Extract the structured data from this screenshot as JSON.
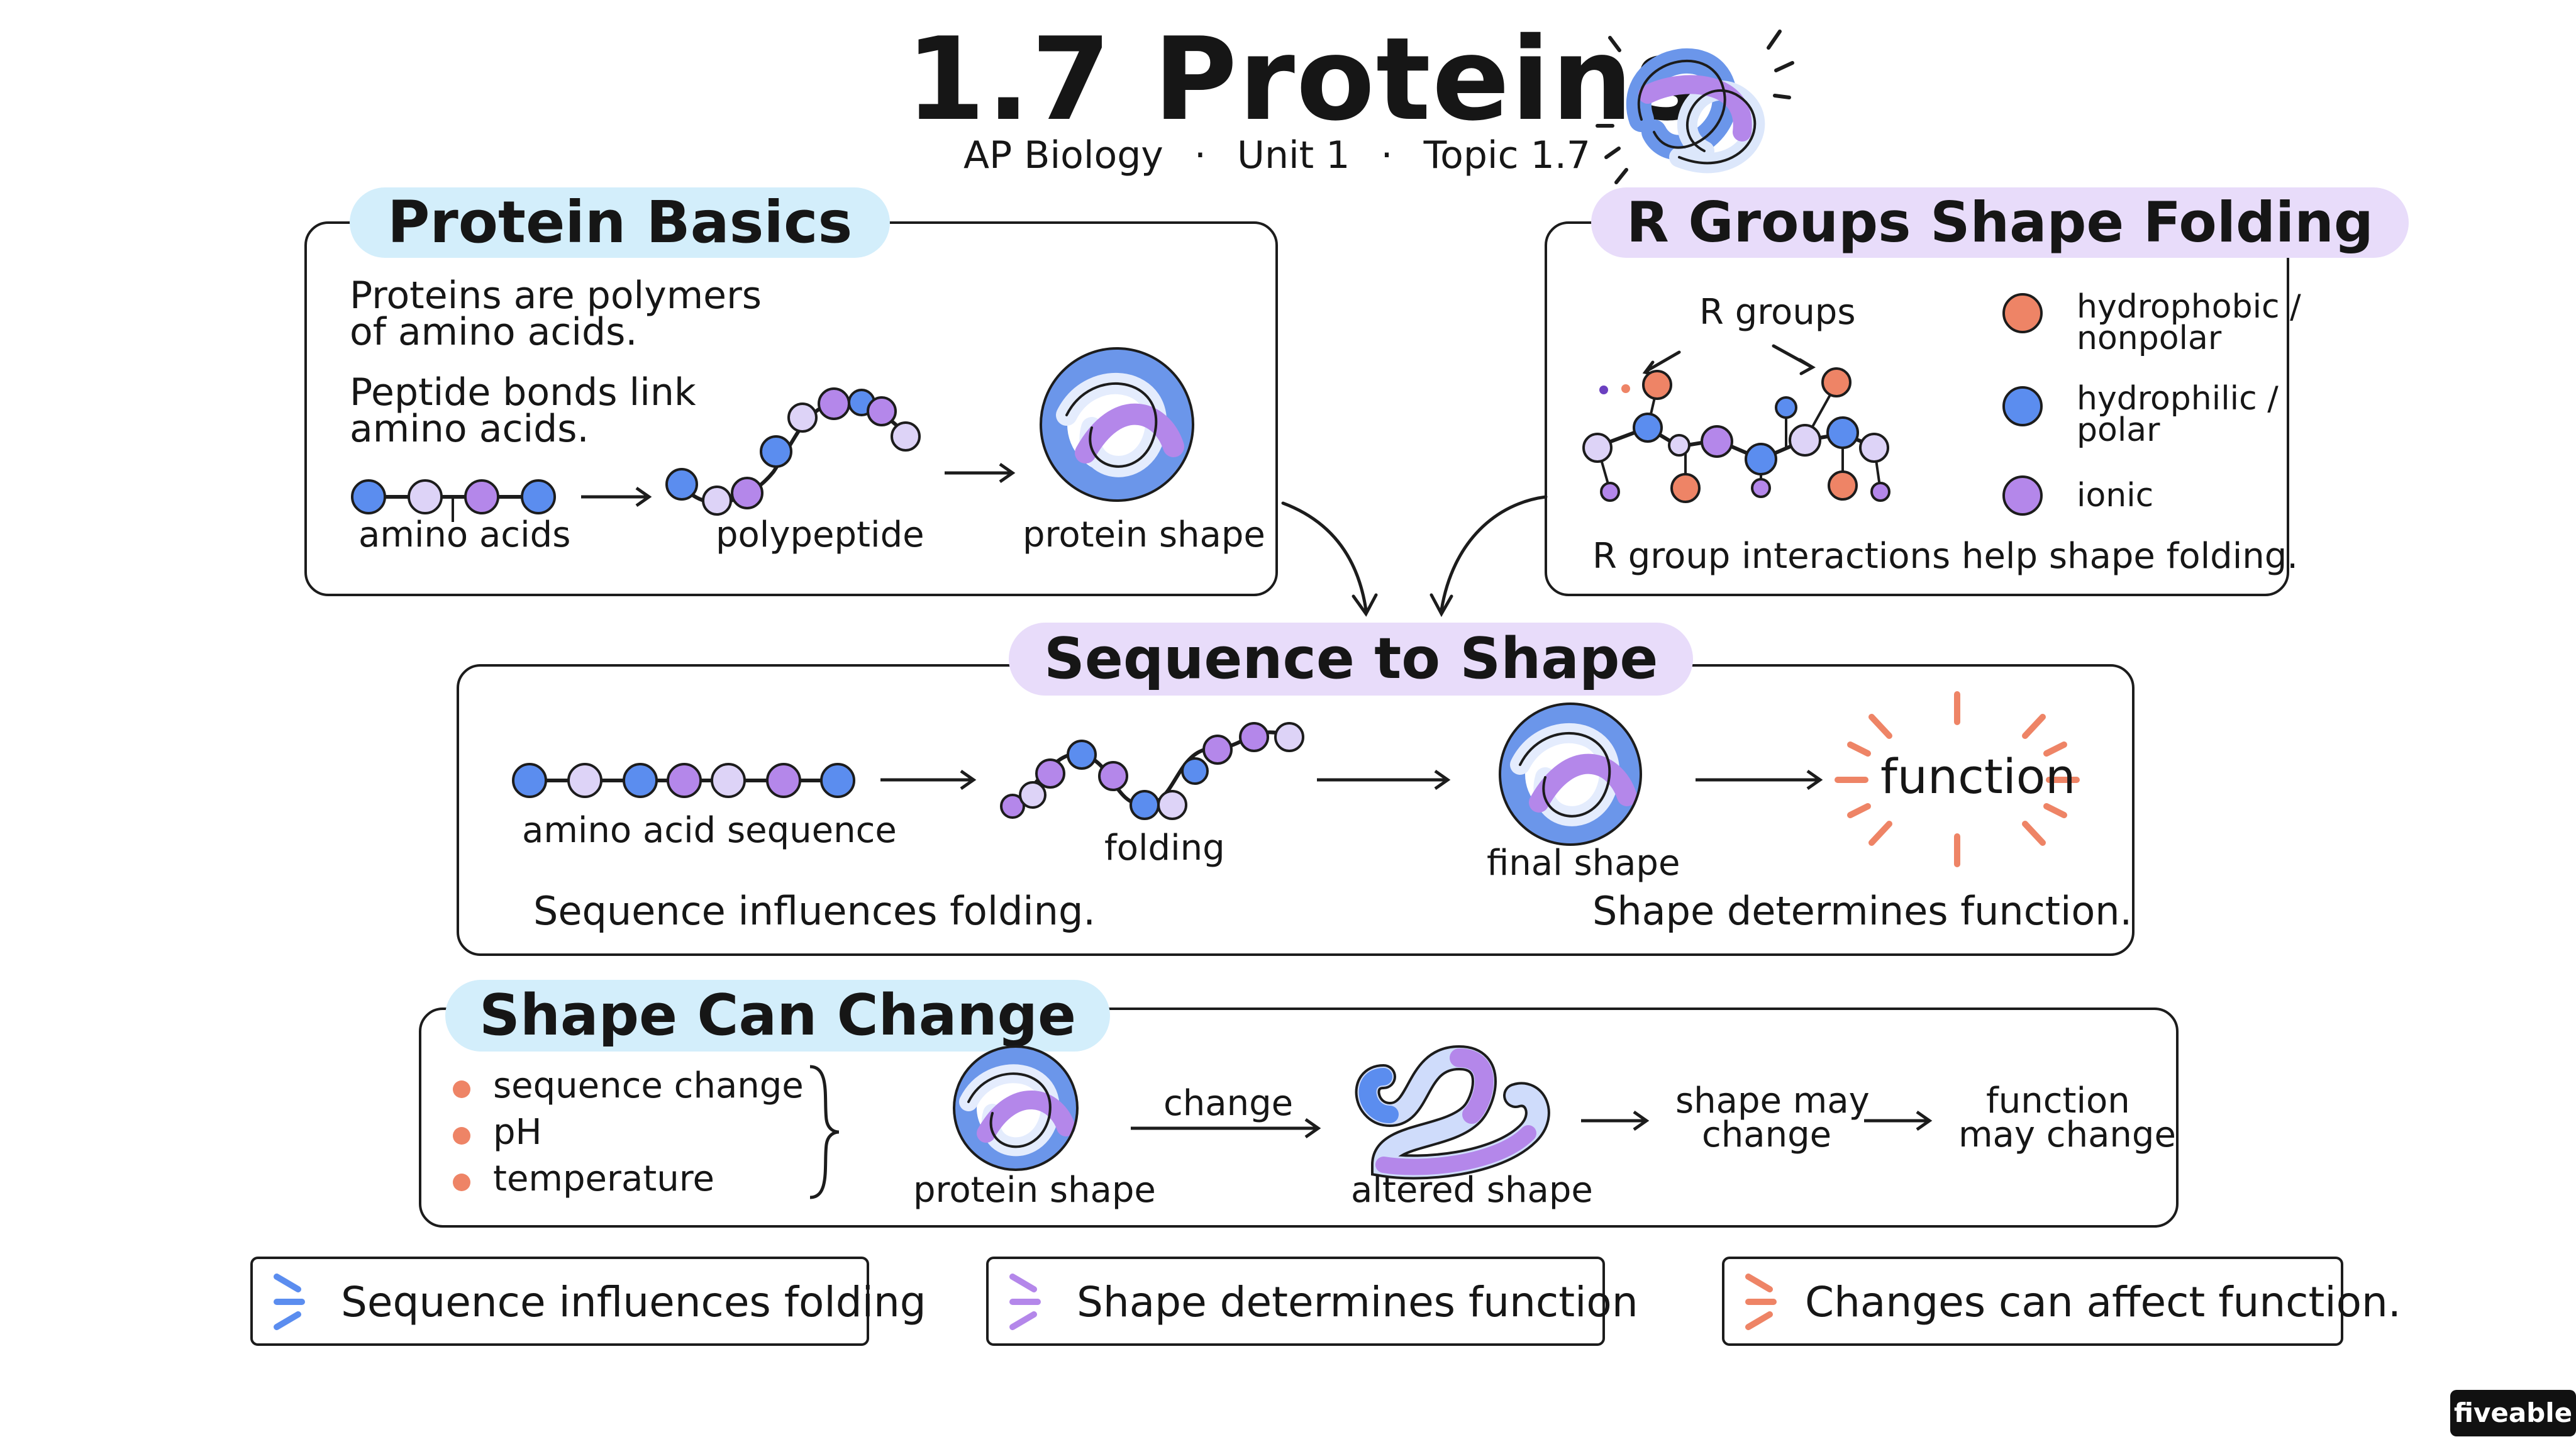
{
  "header": {
    "title": "1.7 Proteins",
    "subtitle": [
      "AP Biology",
      "·",
      "Unit 1",
      "·",
      "Topic 1.7"
    ]
  },
  "protein_basics": {
    "heading": "Protein Basics",
    "line1": "Proteins are polymers",
    "line2": "of amino acids.",
    "line3": "Peptide bonds link",
    "line4": "amino acids.",
    "label_amino": "amino acids",
    "label_poly": "polypeptide",
    "label_shape": "protein shape"
  },
  "r_groups": {
    "heading": "R Groups Shape Folding",
    "r_label": "R groups",
    "legend": [
      {
        "line1": "hydrophobic /",
        "line2": "nonpolar",
        "color": "#ee8466"
      },
      {
        "line1": "hydrophilic /",
        "line2": "polar",
        "color": "#5b8def"
      },
      {
        "line1": "ionic",
        "line2": "",
        "color": "#b487ea"
      }
    ],
    "caption": "R group interactions help shape folding."
  },
  "sequence_shape": {
    "heading": "Sequence to Shape",
    "label_seq": "amino acid sequence",
    "label_fold": "folding",
    "label_final": "final shape",
    "label_function": "function",
    "caption_left": "Sequence influences folding.",
    "caption_right": "Shape determines function."
  },
  "shape_change": {
    "heading": "Shape Can Change",
    "factors": [
      "sequence change",
      "pH",
      "temperature"
    ],
    "label_protein": "protein shape",
    "arrow_label": "change",
    "label_altered": "altered shape",
    "shape_may_1": "shape may",
    "shape_may_2": "change",
    "function_may_1": "function",
    "function_may_2": "may change"
  },
  "takeaways": [
    {
      "text": "Sequence influences folding",
      "color": "#5b8def"
    },
    {
      "text": "Shape determines function",
      "color": "#b487ea"
    },
    {
      "text": "Changes can affect function.",
      "color": "#ee8466"
    }
  ],
  "logo": "fiveable",
  "colors": {
    "blue": "#5b8def",
    "purple": "#b487ea",
    "orange": "#ee8466",
    "cyan_highlight": "#d3eefb",
    "purple_highlight": "#e8dcfa"
  }
}
